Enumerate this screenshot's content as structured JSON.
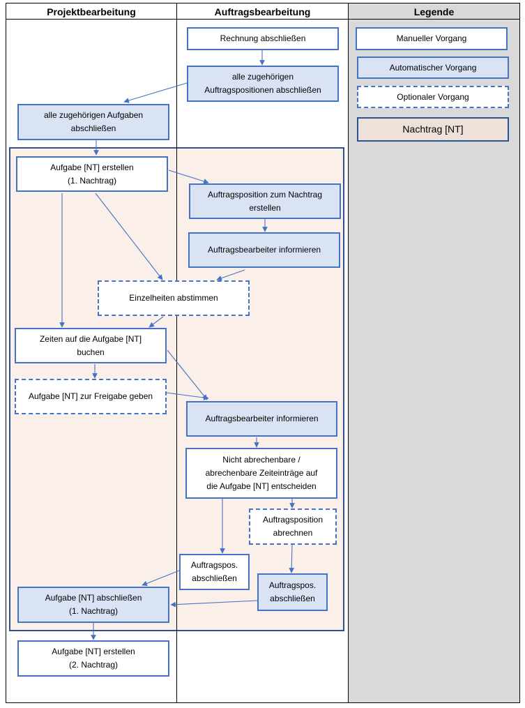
{
  "columns": {
    "projekt": "Projektbearbeitung",
    "auftrag": "Auftragsbearbeitung",
    "legende": "Legende"
  },
  "legend": {
    "manual": "Manueller Vorgang",
    "auto": "Automatischer Vorgang",
    "optional": "Optionaler Vorgang",
    "nachtrag": "Nachtrag [NT]"
  },
  "nodes": {
    "rechnung_abschliessen": "Rechnung abschließen",
    "auftragspositionen_abschliessen": "alle zugehörigen\nAuftragspositionen abschließen",
    "aufgaben_abschliessen": "alle zugehörigen Aufgaben\nabschließen",
    "aufgabe_nt_erstellen_1": "Aufgabe [NT] erstellen\n(1. Nachtrag)",
    "auftragsposition_nachtrag_erstellen": "Auftragsposition zum Nachtrag\nerstellen",
    "auftragsbearbeiter_informieren_1": "Auftragsbearbeiter informieren",
    "einzelheiten_abstimmen": "Einzelheiten abstimmen",
    "zeiten_buchen": "Zeiten auf die Aufgabe [NT]\nbuchen",
    "zur_freigabe_geben": "Aufgabe [NT] zur Freigabe geben",
    "auftragsbearbeiter_informieren_2": "Auftragsbearbeiter informieren",
    "zeiteintraege_entscheiden": "Nicht abrechenbare /\nabrechenbare Zeiteinträge auf\ndie Aufgabe [NT] entscheiden",
    "auftragsposition_abrechnen": "Auftragsposition\nabrechnen",
    "auftragspos_abschliessen_1": "Auftragspos.\nabschließen",
    "auftragspos_abschliessen_2": "Auftragspos.\nabschließen",
    "aufgabe_nt_abschliessen": "Aufgabe [NT] abschließen\n(1. Nachtrag)",
    "aufgabe_nt_erstellen_2": "Aufgabe [NT] erstellen\n(2. Nachtrag)"
  },
  "colors": {
    "manual_border": "#4472c4",
    "auto_fill": "#dae3f3",
    "nachtrag_fill": "#fbefe9",
    "nachtrag_border": "#2f528f",
    "legend_column_bg": "#d9d9d9",
    "arrow": "#4472c4"
  }
}
